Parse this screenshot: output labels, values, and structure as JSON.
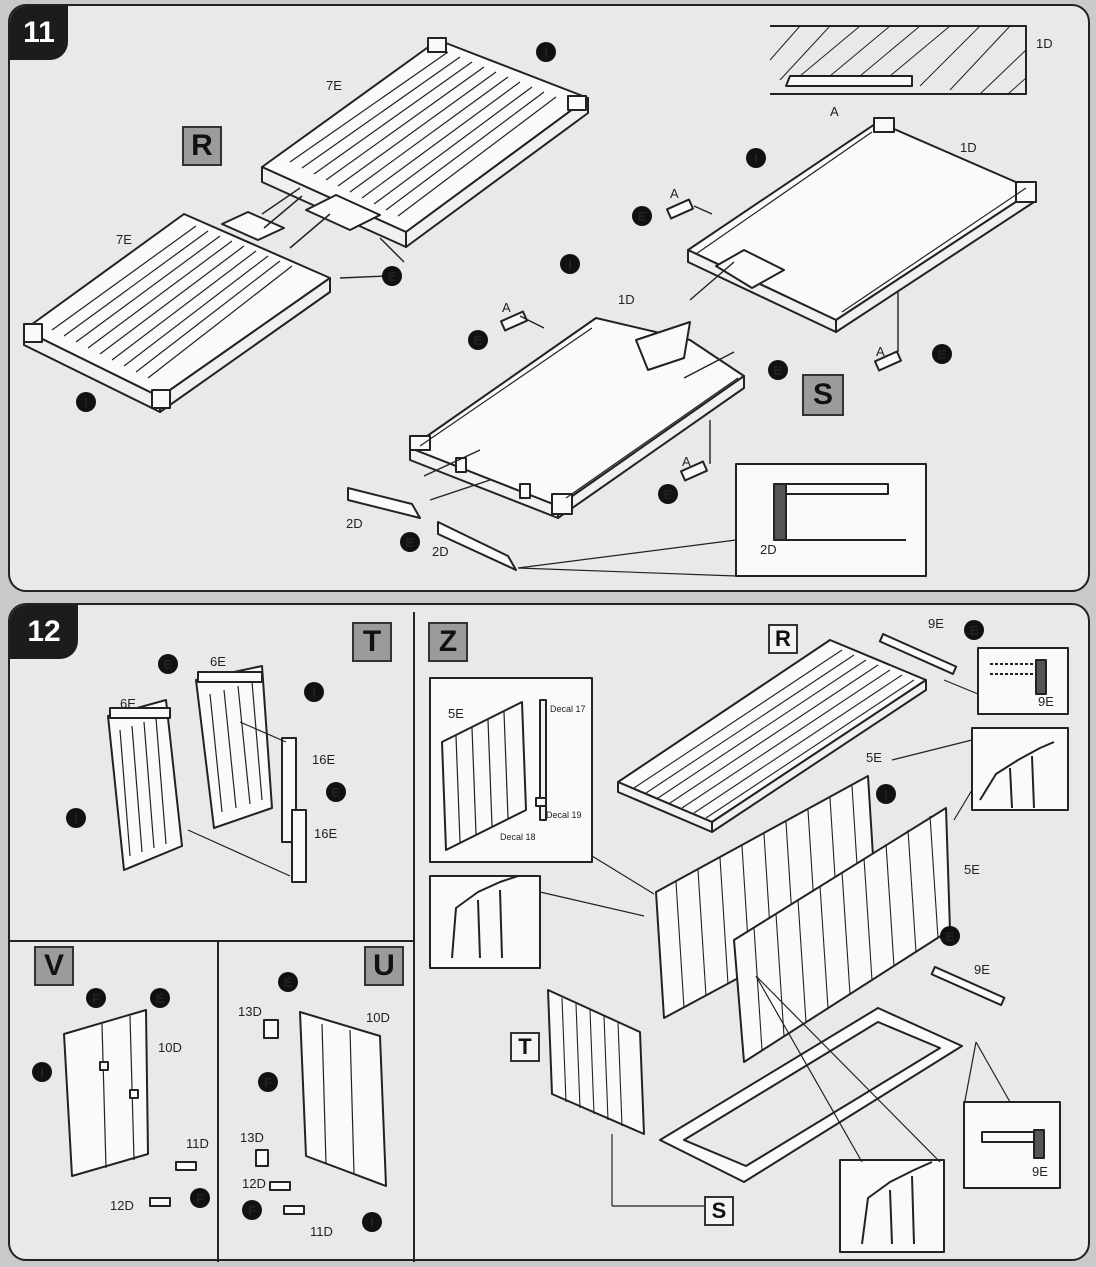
{
  "steps": [
    {
      "number": "11"
    },
    {
      "number": "12"
    }
  ],
  "step11": {
    "view_tags": [
      "R",
      "S"
    ],
    "part_labels": {
      "floor_upper": "7E",
      "floor_lower": "7E",
      "base_1d_left": "1D",
      "base_1d_right": "1D",
      "detail_1d": "1D",
      "detail_a": "A",
      "beam_left": "2D",
      "beam_right": "2D",
      "detail_2d": "2D",
      "a_1": "A",
      "a_2": "A",
      "a_3": "A",
      "a_4": "A"
    },
    "markers": {
      "circle_i": "I",
      "circle_e": "E"
    }
  },
  "step12": {
    "view_tags": [
      "T",
      "Z",
      "R",
      "S",
      "V",
      "U",
      "T"
    ],
    "part_labels": {
      "t_6e_left": "6E",
      "t_6e_right": "6E",
      "t_16e_upper": "16E",
      "t_16e_lower": "16E",
      "z_5e": "5E",
      "z_decal_17": "Decal 17",
      "z_decal_19": "Decal 19",
      "z_decal_18": "Decal 18",
      "main_9e_top": "9E",
      "main_9e_detail_top": "9E",
      "main_5e_mid": "5E",
      "main_5e_right": "5E",
      "main_9e_side": "9E",
      "main_9e_detail_bottom": "9E",
      "v_10d": "10D",
      "v_11d": "11D",
      "v_12d": "12D",
      "u_13d_top": "13D",
      "u_10d": "10D",
      "u_13d_low": "13D",
      "u_12d": "12D",
      "u_11d": "11D"
    },
    "markers": {
      "circle_i": "I",
      "circle_e": "E",
      "circle_f": "F"
    }
  }
}
